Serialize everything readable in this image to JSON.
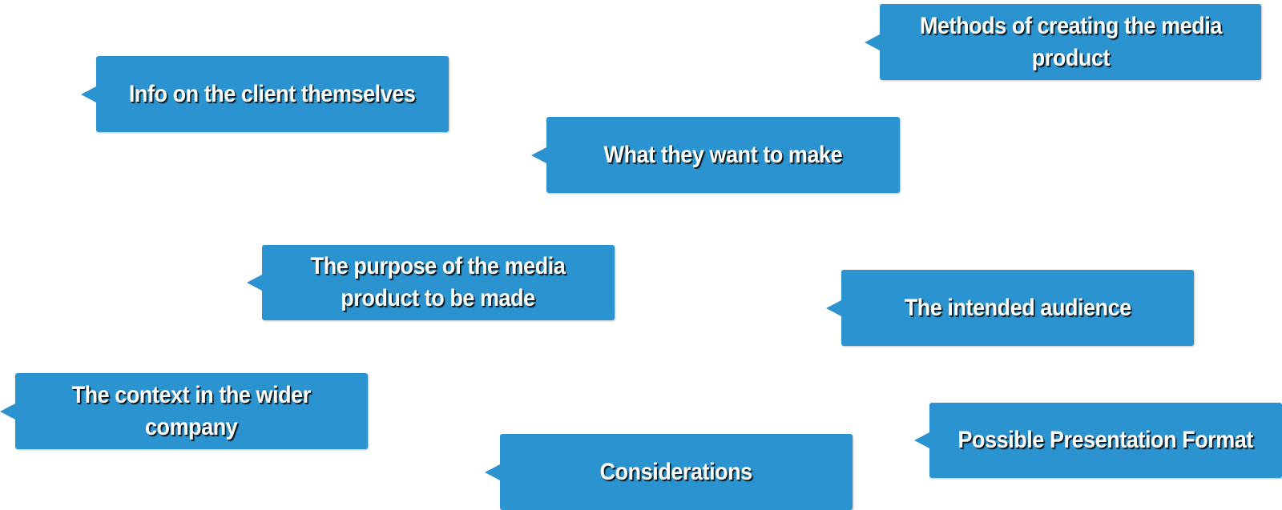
{
  "diagram": {
    "callouts": [
      {
        "id": "methods",
        "lines": [
          "Methods of creating the media",
          "product"
        ]
      },
      {
        "id": "client",
        "lines": [
          "Info on the client themselves"
        ]
      },
      {
        "id": "make",
        "lines": [
          "What they want to make"
        ]
      },
      {
        "id": "purpose",
        "lines": [
          "The purpose of the media",
          "product to be made"
        ]
      },
      {
        "id": "audience",
        "lines": [
          "The intended audience"
        ]
      },
      {
        "id": "context",
        "lines": [
          "The context in the wider",
          "company"
        ]
      },
      {
        "id": "format",
        "lines": [
          "Possible Presentation Format"
        ]
      },
      {
        "id": "considerations",
        "lines": [
          "Considerations"
        ]
      }
    ],
    "colors": {
      "box": "#2b93cf",
      "text": "#ffffff",
      "background": "#ffffff"
    }
  }
}
